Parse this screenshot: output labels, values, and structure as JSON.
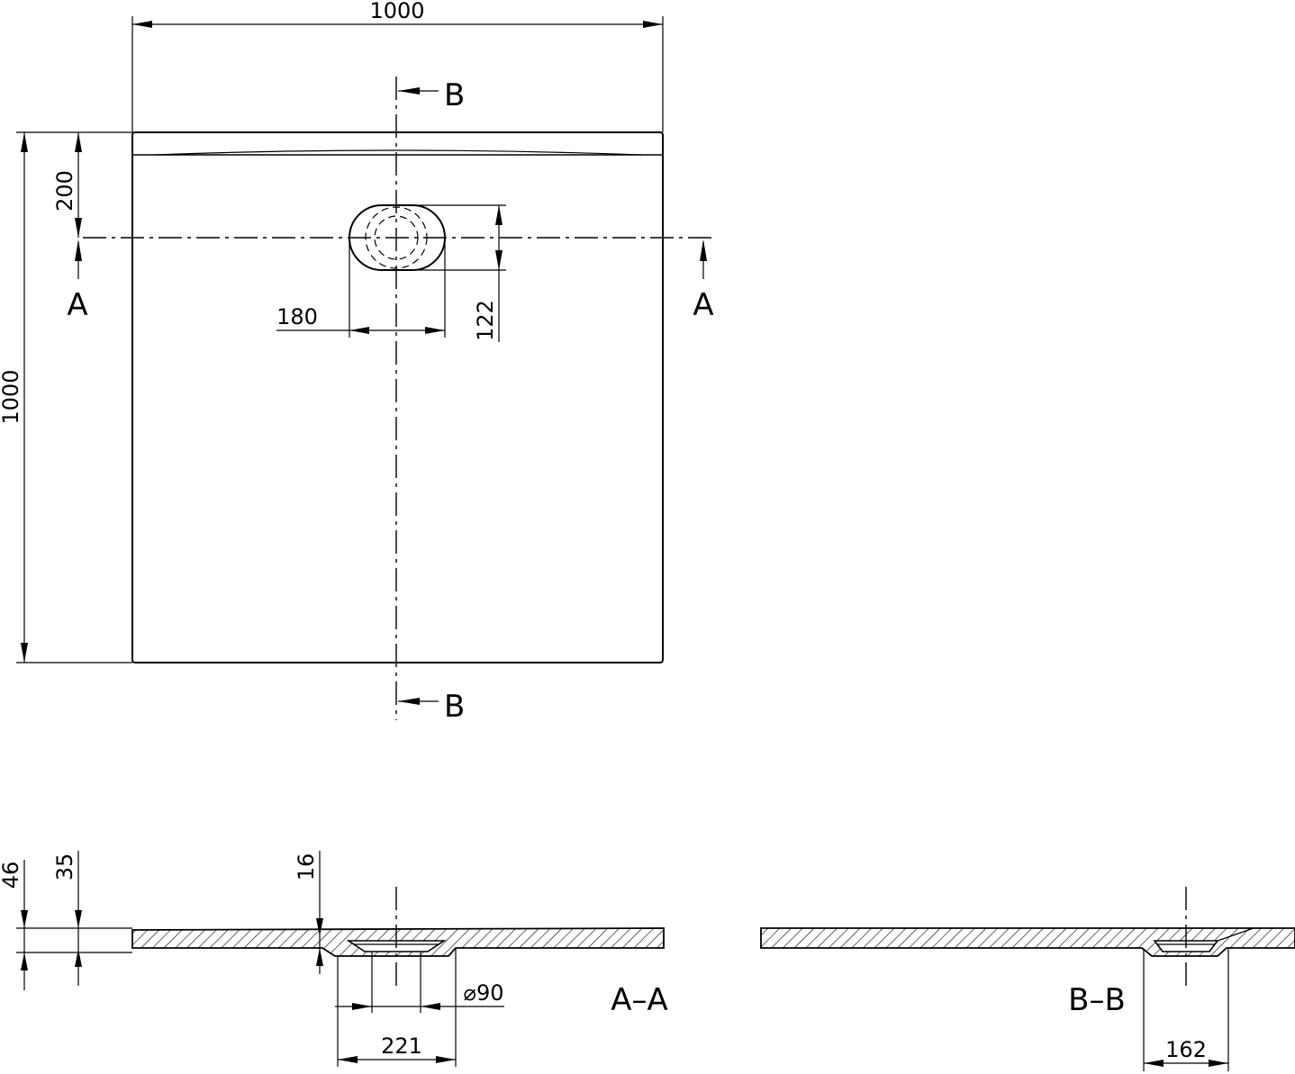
{
  "top_view": {
    "width_dim": "1000",
    "height_dim": "1000",
    "drain_offset_dim": "200",
    "drain_width_dim": "180",
    "drain_height_dim": "122",
    "section_a_left": "A",
    "section_a_right": "A",
    "section_b_top": "B",
    "section_b_bottom": "B"
  },
  "section_aa": {
    "title": "A–A",
    "height_total_dim": "46",
    "height_edge_dim": "35",
    "height_drain_dim": "16",
    "drain_diameter_dim": "⌀90",
    "drain_recess_dim": "221"
  },
  "section_bb": {
    "title": "B–B",
    "drain_recess_dim": "162"
  }
}
